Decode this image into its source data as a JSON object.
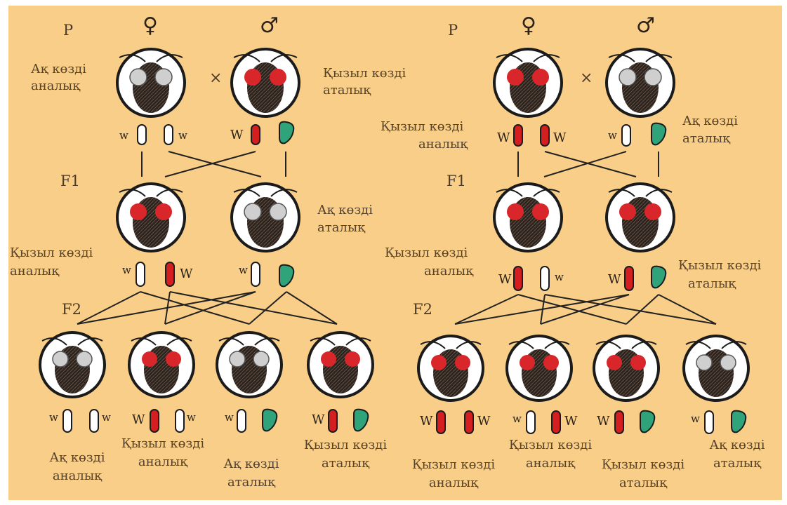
{
  "colors": {
    "background": "#f9ce88",
    "red_chromosome": "#d31f1f",
    "white_chromosome": "#ffffff",
    "y_chromosome": "#2fa37a",
    "red_eye": "#d8262a",
    "white_eye": "#cfcfcf"
  },
  "left": {
    "p_label": "P",
    "f1_label": "F1",
    "f2_label": "F2",
    "female_symbol": "♀",
    "male_symbol": "♂",
    "cross_symbol": "×",
    "p_female": {
      "desc": [
        "Ақ көзді",
        "аналық"
      ],
      "alleles": [
        "w",
        "w"
      ]
    },
    "p_male": {
      "desc": [
        "Қызыл көзді",
        "аталық"
      ],
      "alleles": [
        "W"
      ]
    },
    "f1_female": {
      "desc": [
        "Қызыл көзді",
        "аналық"
      ],
      "alleles": [
        "w",
        "W"
      ]
    },
    "f1_male": {
      "desc": [
        "Ақ көзді",
        "аталық"
      ],
      "alleles": [
        "w"
      ]
    },
    "f2": [
      {
        "desc": [
          "Ақ көзді",
          "аналық"
        ],
        "alleles": [
          "w",
          "w"
        ]
      },
      {
        "desc": [
          "Қызыл көзді",
          "аналық"
        ],
        "alleles": [
          "W",
          "w"
        ]
      },
      {
        "desc": [
          "Ақ көзді",
          "аталық"
        ],
        "alleles": [
          "w"
        ]
      },
      {
        "desc": [
          "Қызыл көзді",
          "аталық"
        ],
        "alleles": [
          "W"
        ]
      }
    ]
  },
  "right": {
    "p_label": "P",
    "f1_label": "F1",
    "f2_label": "F2",
    "female_symbol": "♀",
    "male_symbol": "♂",
    "cross_symbol": "×",
    "p_female": {
      "desc": [
        "Қызыл көзді",
        "аналық"
      ],
      "alleles": [
        "W",
        "W"
      ]
    },
    "p_male": {
      "desc": [
        "Ақ көзді",
        "аталық"
      ],
      "alleles": [
        "w"
      ]
    },
    "f1_female": {
      "desc": [
        "Қызыл көзді",
        "аналық"
      ],
      "alleles": [
        "W",
        "w"
      ]
    },
    "f1_male": {
      "desc": [
        "Қызыл көзді",
        "аталық"
      ],
      "alleles": [
        "W"
      ]
    },
    "f2": [
      {
        "desc": [
          "Қызыл көзді",
          "аналық"
        ],
        "alleles": [
          "W",
          "W"
        ]
      },
      {
        "desc": [
          "Қызыл көзді",
          "аналық"
        ],
        "alleles": [
          "w",
          "W"
        ]
      },
      {
        "desc": [
          "Қызыл көзді",
          "аталық"
        ],
        "alleles": [
          "W"
        ]
      },
      {
        "desc": [
          "Ақ көзді",
          "аталық"
        ],
        "alleles": [
          "w"
        ]
      }
    ]
  }
}
